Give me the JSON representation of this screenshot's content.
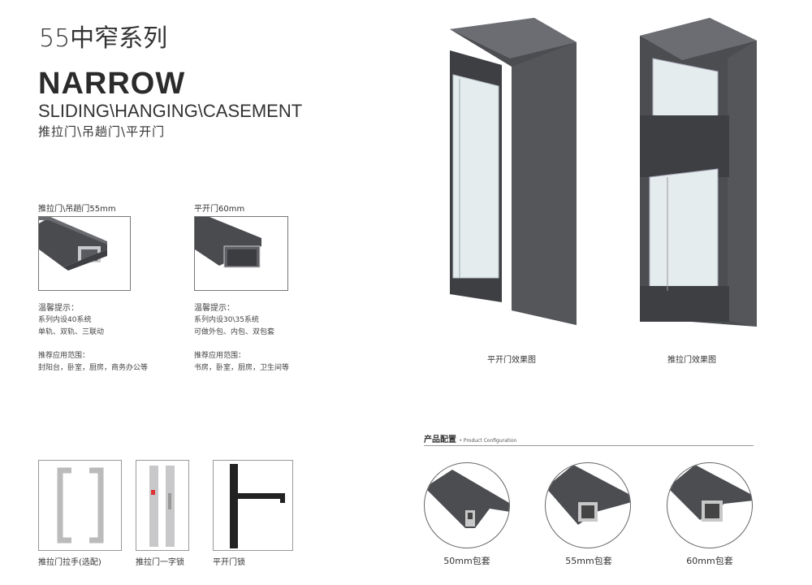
{
  "header": {
    "series_title": "55中窄系列",
    "title": "NARROW",
    "subtitle_en": "SLIDING\\HANGING\\CASEMENT",
    "subtitle_cn": "推拉门\\吊趟门\\平开门"
  },
  "profiles": [
    {
      "label": "推拉门\\吊趟门55mm",
      "tip_title": "温馨提示：",
      "tip_lines": [
        "系列内设40系统",
        "单轨、双轨、三联动"
      ],
      "usage_title": "推荐应用范围：",
      "usage": "封阳台，卧室，厨房，商务办公等"
    },
    {
      "label": "平开门60mm",
      "tip_title": "温馨提示：",
      "tip_lines": [
        "系列内设30\\35系统",
        "可做外包、内包、双包套"
      ],
      "usage_title": "推荐应用范围：",
      "usage": "书房，卧室，厨房，卫生间等"
    }
  ],
  "hardware": [
    {
      "label": "推拉门拉手(选配)"
    },
    {
      "label": "推拉门一字锁"
    },
    {
      "label": "平开门锁"
    }
  ],
  "renders": [
    {
      "caption": "平开门效果图"
    },
    {
      "caption": "推拉门效果图"
    }
  ],
  "config": {
    "title_cn": "产品配置",
    "title_en": "• Product Configuration",
    "items": [
      {
        "label": "50mm包套"
      },
      {
        "label": "55mm包套"
      },
      {
        "label": "60mm包套"
      }
    ]
  },
  "colors": {
    "profile": "#4a4b4f",
    "profile_light": "#6a6b70",
    "glass": "#dfe8ea",
    "frame_text": "#333333"
  }
}
